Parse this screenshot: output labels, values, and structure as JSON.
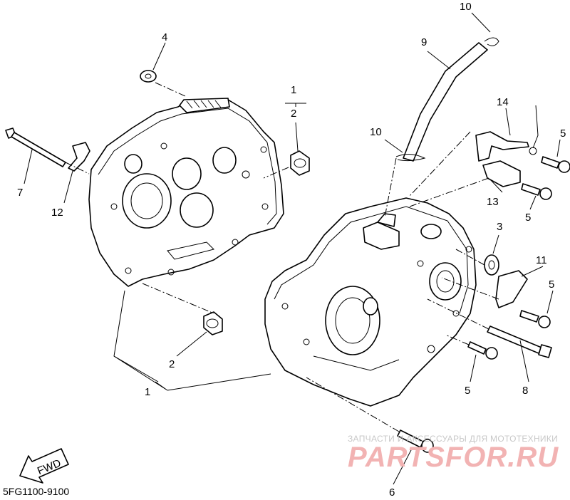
{
  "diagram": {
    "callouts": {
      "c1_top": "1",
      "c2_top": "2",
      "c3": "3",
      "c4": "4",
      "c5_a": "5",
      "c5_b": "5",
      "c5_c": "5",
      "c5_d": "5",
      "c6": "6",
      "c7": "7",
      "c8": "8",
      "c9": "9",
      "c10_top": "10",
      "c10_mid": "10",
      "c11": "11",
      "c12": "12",
      "c13": "13",
      "c14": "14",
      "c1_bottom": "1",
      "c2_bottom": "2"
    },
    "fwd_label": "FWD",
    "drawing_code": "5FG1100-9100"
  },
  "watermark": {
    "subtitle": "ЗАПЧАСТИ И АКСЕССУАРЫ ДЛЯ МОТОТЕХНИКИ",
    "logo": "PARTSFOR.RU"
  }
}
